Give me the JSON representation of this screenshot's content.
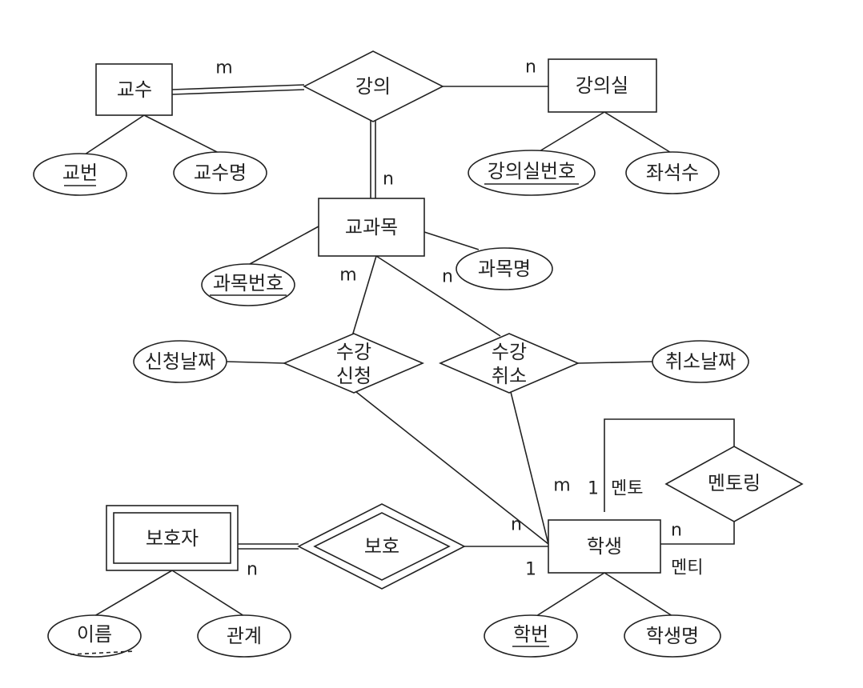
{
  "entities": {
    "professor": "교수",
    "classroom": "강의실",
    "course": "교과목",
    "student": "학생",
    "guardian": "보호자"
  },
  "relationships": {
    "lecture": "강의",
    "enroll_line1": "수강",
    "enroll_line2": "신청",
    "cancel_line1": "수강",
    "cancel_line2": "취소",
    "mentoring": "멘토링",
    "protect": "보호"
  },
  "attributes": {
    "prof_no": "교번",
    "prof_name": "교수명",
    "room_no": "강의실번호",
    "seats": "좌석수",
    "course_no": "과목번호",
    "course_name": "과목명",
    "apply_date": "신청날짜",
    "cancel_date": "취소날짜",
    "student_no": "학번",
    "student_name": "학생명",
    "guardian_name": "이름",
    "relation": "관계"
  },
  "cardinalities": {
    "prof_lecture": "m",
    "room_lecture": "n",
    "course_lecture": "n",
    "course_enroll": "m",
    "course_cancel": "n",
    "student_cancel": "m",
    "student_enroll": "n",
    "student_protect": "1",
    "guardian_protect": "n",
    "mentor_card": "1",
    "mentee_card": "n"
  },
  "roles": {
    "mentor": "멘토",
    "mentee": "멘티"
  }
}
